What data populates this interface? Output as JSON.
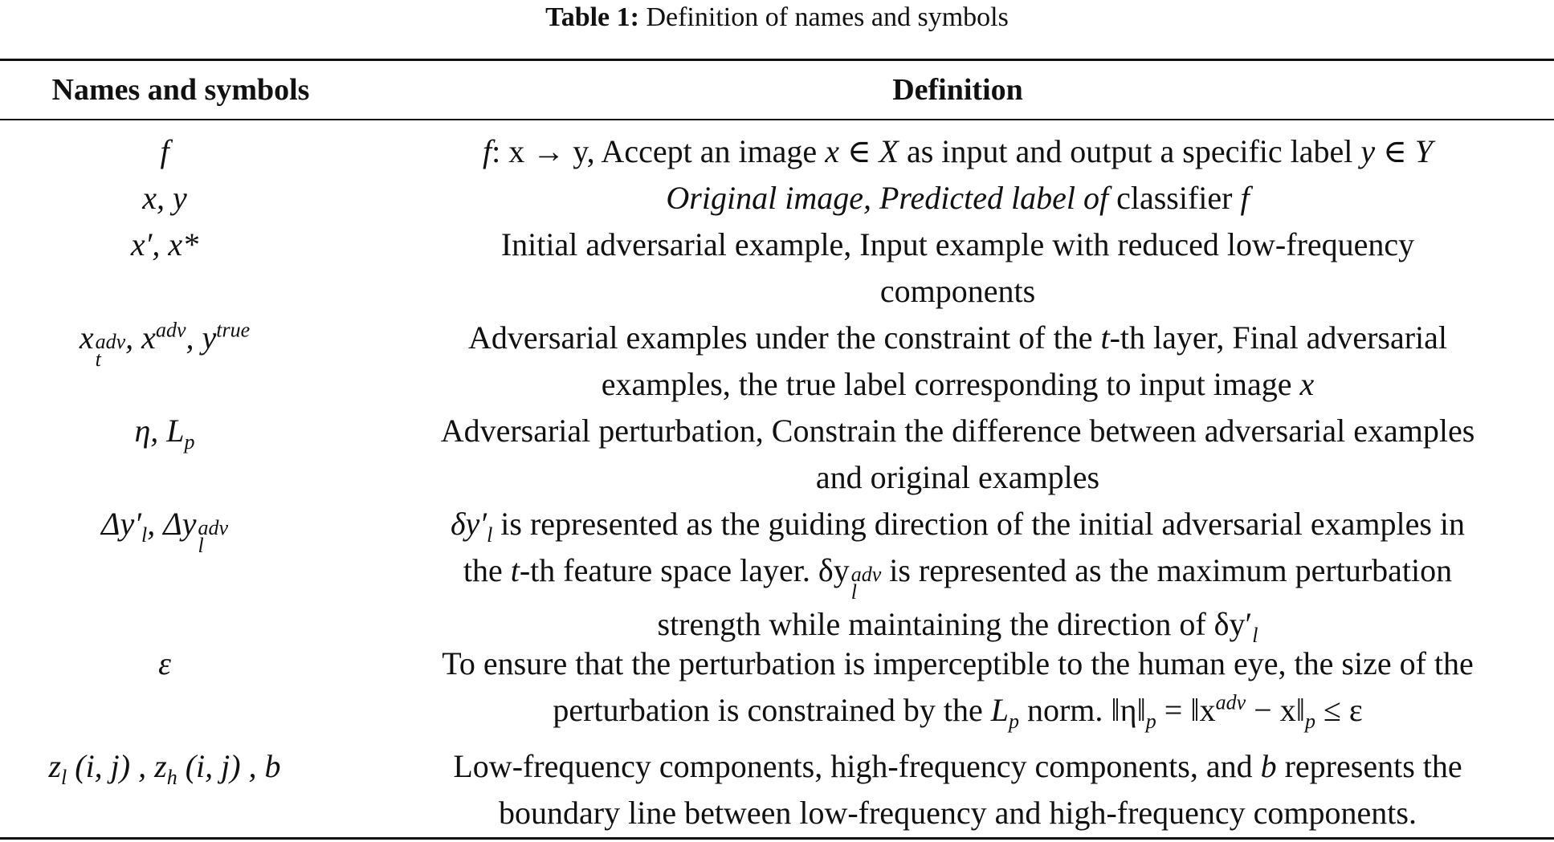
{
  "caption": {
    "label": "Table 1:",
    "text": "Definition of names and symbols"
  },
  "headers": {
    "col1": "Names and symbols",
    "col2": "Definition"
  },
  "rows": {
    "r1": {
      "sym": "f",
      "def": {
        "a": "f",
        "b": ": x → y, Accept an image ",
        "c": "x ∈ X",
        "d": " as input and output a specific label ",
        "e": "y ∈ Y"
      }
    },
    "r2": {
      "sym": "x, y",
      "def": {
        "a": "Original image, Predicted label of",
        "b": " classifier ",
        "c": "f"
      }
    },
    "r3": {
      "sym": "x′, x*",
      "def": {
        "line1": "Initial adversarial example, Input example with reduced low-frequency",
        "line2": "components"
      }
    },
    "r4": {
      "sym": {
        "x": "x",
        "sub": "t",
        "sup": "adv",
        "x2": ", x",
        "sup2": "adv",
        "y": ", y",
        "sup3": "true"
      },
      "def": {
        "a": "Adversarial examples under the constraint of the ",
        "b": "t",
        "c": "-th layer, Final adversarial",
        "d": "examples, the true label corresponding to input image ",
        "e": "x"
      }
    },
    "r5": {
      "sym": {
        "a": "η, L",
        "sub": "p"
      },
      "def": {
        "line1": "Adversarial perturbation, Constrain the difference between adversarial examples",
        "line2": "and original examples"
      }
    },
    "r6": {
      "sym": {
        "a": "Δy′",
        "sub": "l",
        "b": ", Δy",
        "sub2": "l",
        "sup2": "adv"
      },
      "def": {
        "a": "δy′",
        "asub": "l",
        "b": " is represented as the guiding direction of the initial adversarial examples in",
        "c": "the ",
        "d": "t",
        "e": "-th feature space layer. δy",
        "esub": "l",
        "esup": "adv",
        "f": " is represented as the maximum perturbation",
        "g": "strength while maintaining the direction of δy′",
        "gsub": "l"
      }
    },
    "r7": {
      "sym": "ε",
      "def": {
        "line1": "To ensure that the perturbation is imperceptible to the human eye, the size of the",
        "a": "perturbation is constrained by the ",
        "b": "L",
        "bsub": "p",
        "c": " norm. ‖η‖",
        "csub": "p",
        "d": " = ‖x",
        "dsup": "adv",
        "e": " − x‖",
        "esub": "p",
        "f": " ≤ ε"
      }
    },
    "r8": {
      "sym": {
        "a": "z",
        "asub": "l",
        "b": " (i, j) , z",
        "bsub": "h",
        "c": " (i, j) , b"
      },
      "def": {
        "a": "Low-frequency components, high-frequency components, and ",
        "b": "b",
        "c": " represents the",
        "line2": "boundary line between low-frequency and high-frequency components."
      }
    }
  }
}
